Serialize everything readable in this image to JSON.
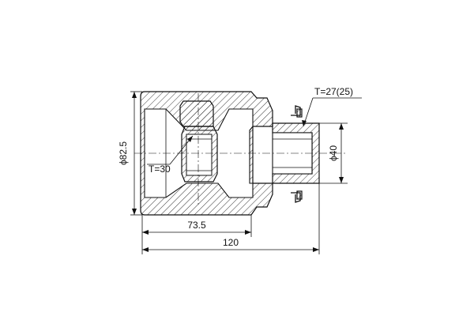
{
  "labels": {
    "diameter_outer": "ϕ82.5",
    "diameter_shaft": "ϕ40",
    "length_inner": "73.5",
    "length_total": "120",
    "teeth_inner": "T=30",
    "teeth_outer": "T=27(25)"
  }
}
